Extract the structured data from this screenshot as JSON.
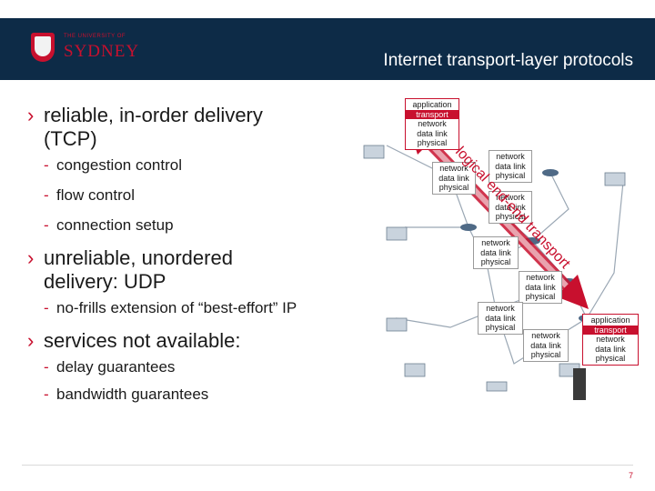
{
  "header": {
    "logo_small": "THE UNIVERSITY OF",
    "logo_big": "SYDNEY",
    "title": "Internet transport-layer protocols"
  },
  "bullets": [
    {
      "text": "reliable, in-order delivery (TCP)",
      "sub": [
        "congestion control",
        "flow control",
        "connection setup"
      ]
    },
    {
      "text": "unreliable, unordered delivery: UDP",
      "sub": [
        "no-frills extension of “best-effort” IP"
      ]
    },
    {
      "text": "services not available:",
      "sub": [
        "delay guarantees",
        "bandwidth guarantees"
      ]
    }
  ],
  "diagram": {
    "left_host_stack": [
      "application",
      "transport",
      "network",
      "data link",
      "physical"
    ],
    "right_host_stack": [
      "application",
      "transport",
      "network",
      "data link",
      "physical"
    ],
    "router_stack": [
      "network",
      "data link",
      "physical"
    ],
    "arrow_label": "logical end-end transport"
  },
  "colors": {
    "brand_red": "#c8102e",
    "navy": "#0d2b47"
  },
  "page_number": "7"
}
